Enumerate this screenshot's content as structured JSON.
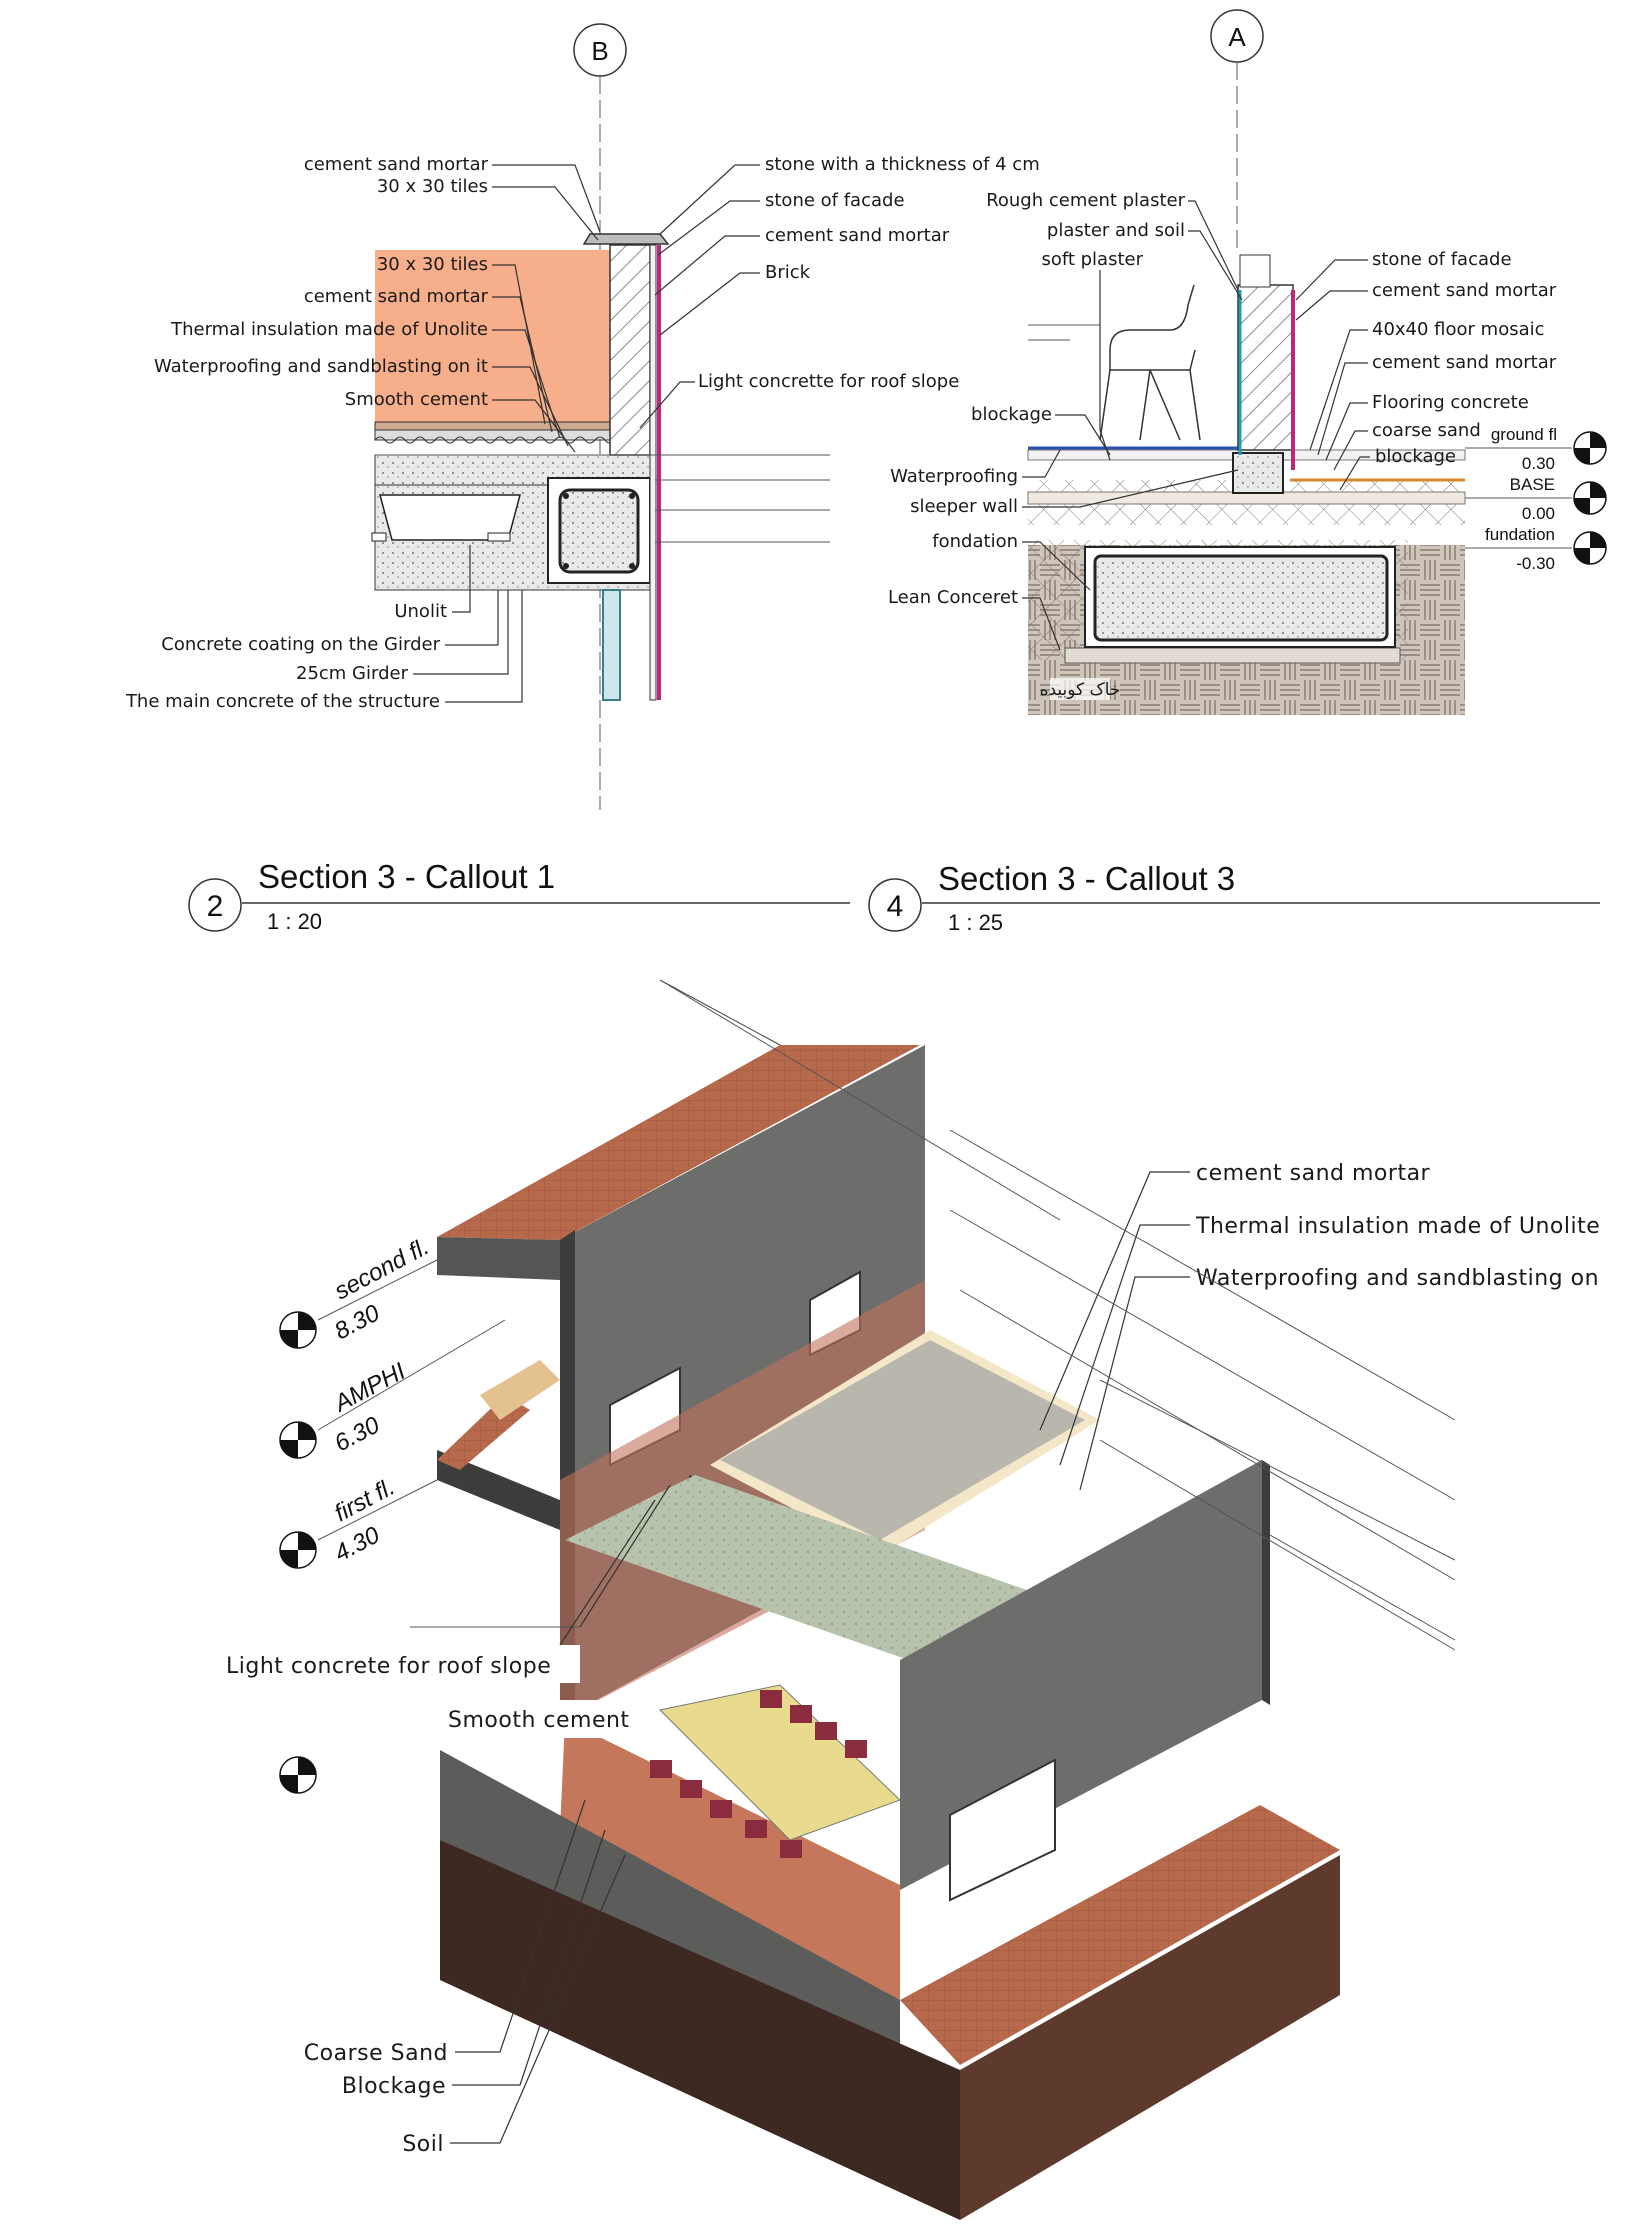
{
  "callout_b": {
    "grid_label": "B",
    "left_labels": [
      "cement sand mortar",
      "30 x 30 tiles",
      "30 x 30 tiles",
      "cement sand mortar",
      "Thermal insulation made of Unolite",
      "Waterproofing and sandblasting on it",
      "Smooth cement"
    ],
    "right_labels": [
      "stone with a thickness of 4 cm",
      "stone of facade",
      "cement sand mortar",
      "Brick",
      "Light concrette for roof slope"
    ],
    "bottom_labels": [
      "Unolit",
      "Concrete coating on the Girder",
      "25cm Girder",
      "The main concrete of the structure"
    ],
    "title": "Section 3 - Callout 1",
    "number": "2",
    "scale": "1 : 20"
  },
  "callout_a": {
    "grid_label": "A",
    "left_labels": [
      "Rough cement plaster",
      "plaster and soil",
      "soft plaster",
      "blockage",
      "Waterproofing",
      "sleeper wall",
      "fondation",
      "Lean Conceret"
    ],
    "right_labels": [
      "stone of facade",
      "cement sand mortar",
      "40x40 floor mosaic",
      "cement sand mortar",
      "Flooring concrete",
      "coarse sand",
      "blockage"
    ],
    "levels": [
      {
        "name": "ground fl",
        "value": "0.30"
      },
      {
        "name": "BASE",
        "value": "0.00"
      },
      {
        "name": "fundation",
        "value": "-0.30"
      }
    ],
    "soil_text": "خاک کوبیده",
    "title": "Section 3 - Callout 3",
    "number": "4",
    "scale": "1 : 25"
  },
  "isometric": {
    "right_labels": [
      "cement sand mortar",
      "Thermal insulation made of Unolite",
      "Waterproofing and sandblasting on"
    ],
    "levels": [
      {
        "name": "second fl.",
        "value": "8.30"
      },
      {
        "name": "AMPHI",
        "value": "6.30"
      },
      {
        "name": "first fl.",
        "value": "4.30"
      }
    ],
    "boxed_labels": [
      "Light concrete for roof slope",
      "Smooth cement"
    ],
    "bottom_labels": [
      "Coarse Sand",
      "Blockage",
      "Soil"
    ]
  }
}
